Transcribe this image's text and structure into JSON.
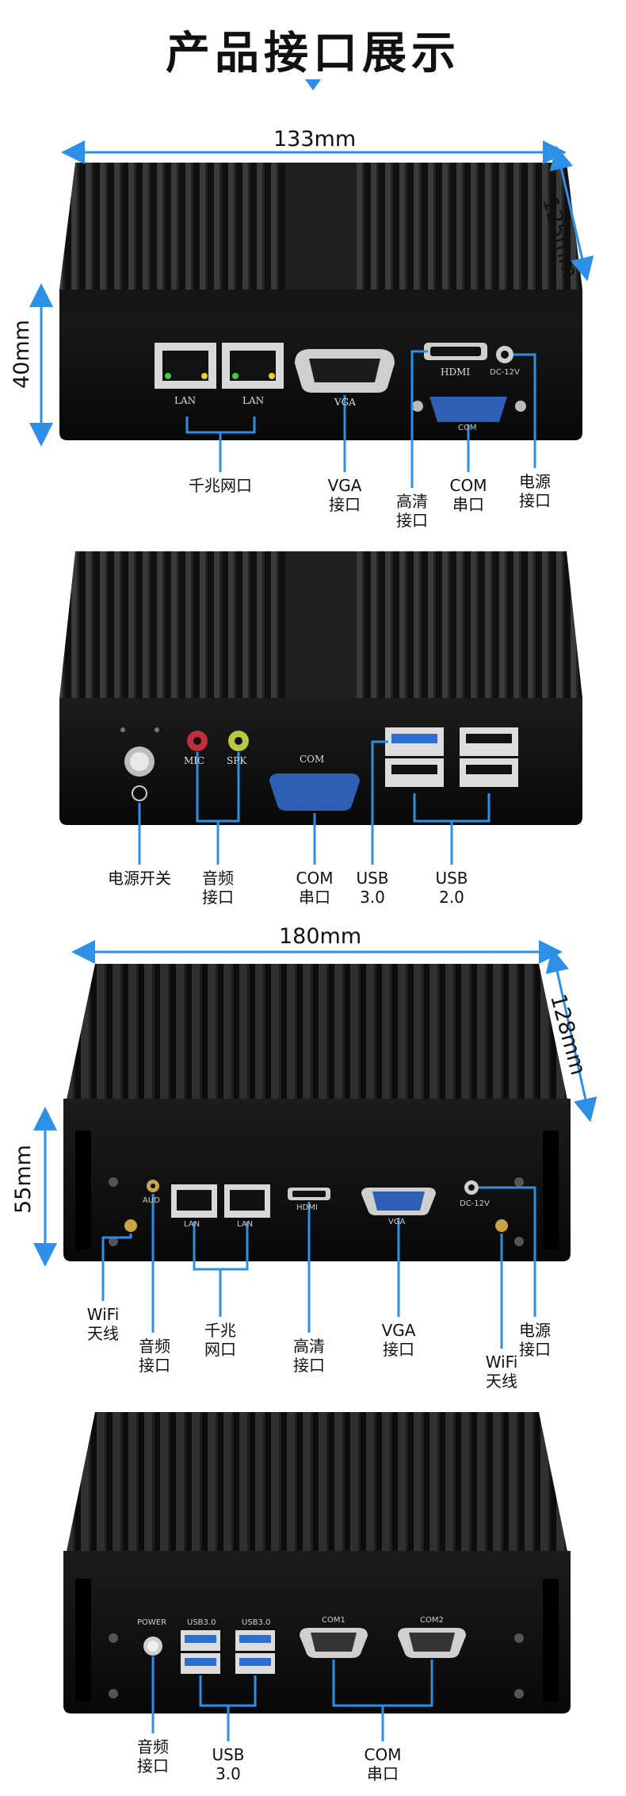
{
  "title": "产品接口展示",
  "colors": {
    "accent": "#2d8fe6",
    "case": "#151515",
    "port_blue": "#2f5fb5"
  },
  "section1": {
    "width": "133mm",
    "depth": "125mm",
    "height": "40mm",
    "panel": {
      "lan1": "LAN",
      "lan2": "LAN",
      "vga": "VGA",
      "hdmi": "HDMI",
      "dc": "DC-12V",
      "com": "COM"
    },
    "callouts": {
      "lan": "千兆网口",
      "vga": "VGA\n接口",
      "hdmi": "高清\n接口",
      "com": "COM\n串口",
      "power": "电源\n接口"
    }
  },
  "section2": {
    "panel": {
      "mic": "MIC",
      "spk": "SPK",
      "com": "COM"
    },
    "callouts": {
      "power_switch": "电源开关",
      "audio": "音频\n接口",
      "com": "COM\n串口",
      "usb30": "USB\n3.0",
      "usb20": "USB\n2.0"
    }
  },
  "section3": {
    "width": "180mm",
    "depth": "128mm",
    "height": "55mm",
    "panel": {
      "aud": "AUD",
      "lan1": "LAN",
      "lan2": "LAN",
      "hdmi": "HDMI",
      "vga": "VGA",
      "dc": "DC-12V"
    },
    "callouts": {
      "wifi_left": "WiFi\n天线",
      "audio": "音频\n接口",
      "lan": "千兆\n网口",
      "hdmi": "高清\n接口",
      "vga": "VGA\n接口",
      "wifi_right": "WiFi\n天线",
      "power": "电源\n接口"
    }
  },
  "section4": {
    "panel": {
      "power": "POWER",
      "usb1": "USB3.0",
      "usb2": "USB3.0",
      "com1": "COM1",
      "com2": "COM2"
    },
    "callouts": {
      "audio": "音频\n接口",
      "usb": "USB\n3.0",
      "com": "COM\n串口"
    }
  }
}
